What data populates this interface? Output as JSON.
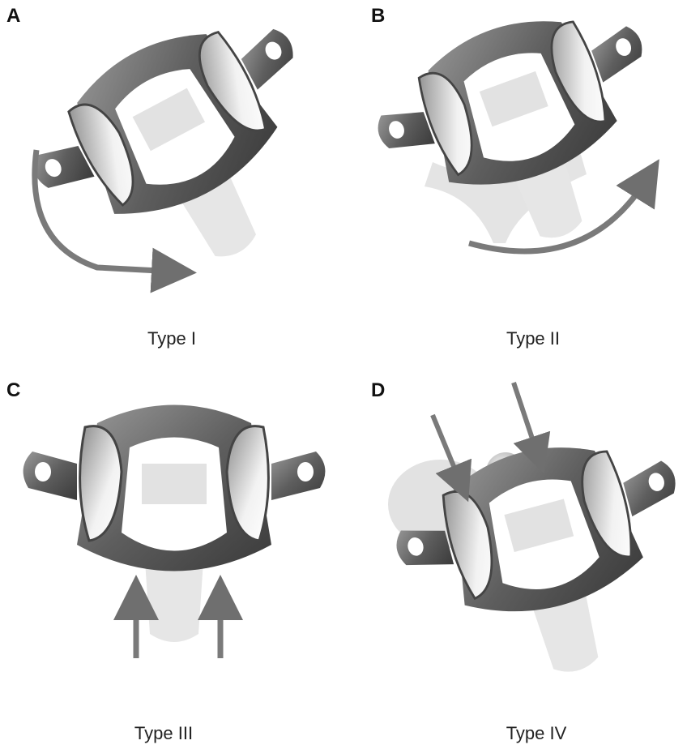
{
  "panels": [
    {
      "letter": "A",
      "caption": "Type I"
    },
    {
      "letter": "B",
      "caption": "Type II"
    },
    {
      "letter": "C",
      "caption": "Type III"
    },
    {
      "letter": "D",
      "caption": "Type IV"
    }
  ],
  "colors": {
    "bone": "#6b6b6b",
    "bone_dark": "#3c3c3c",
    "facet": "#d9d9d9",
    "ghost": "#e3e3e3",
    "arrow": "#7a7a7a"
  }
}
